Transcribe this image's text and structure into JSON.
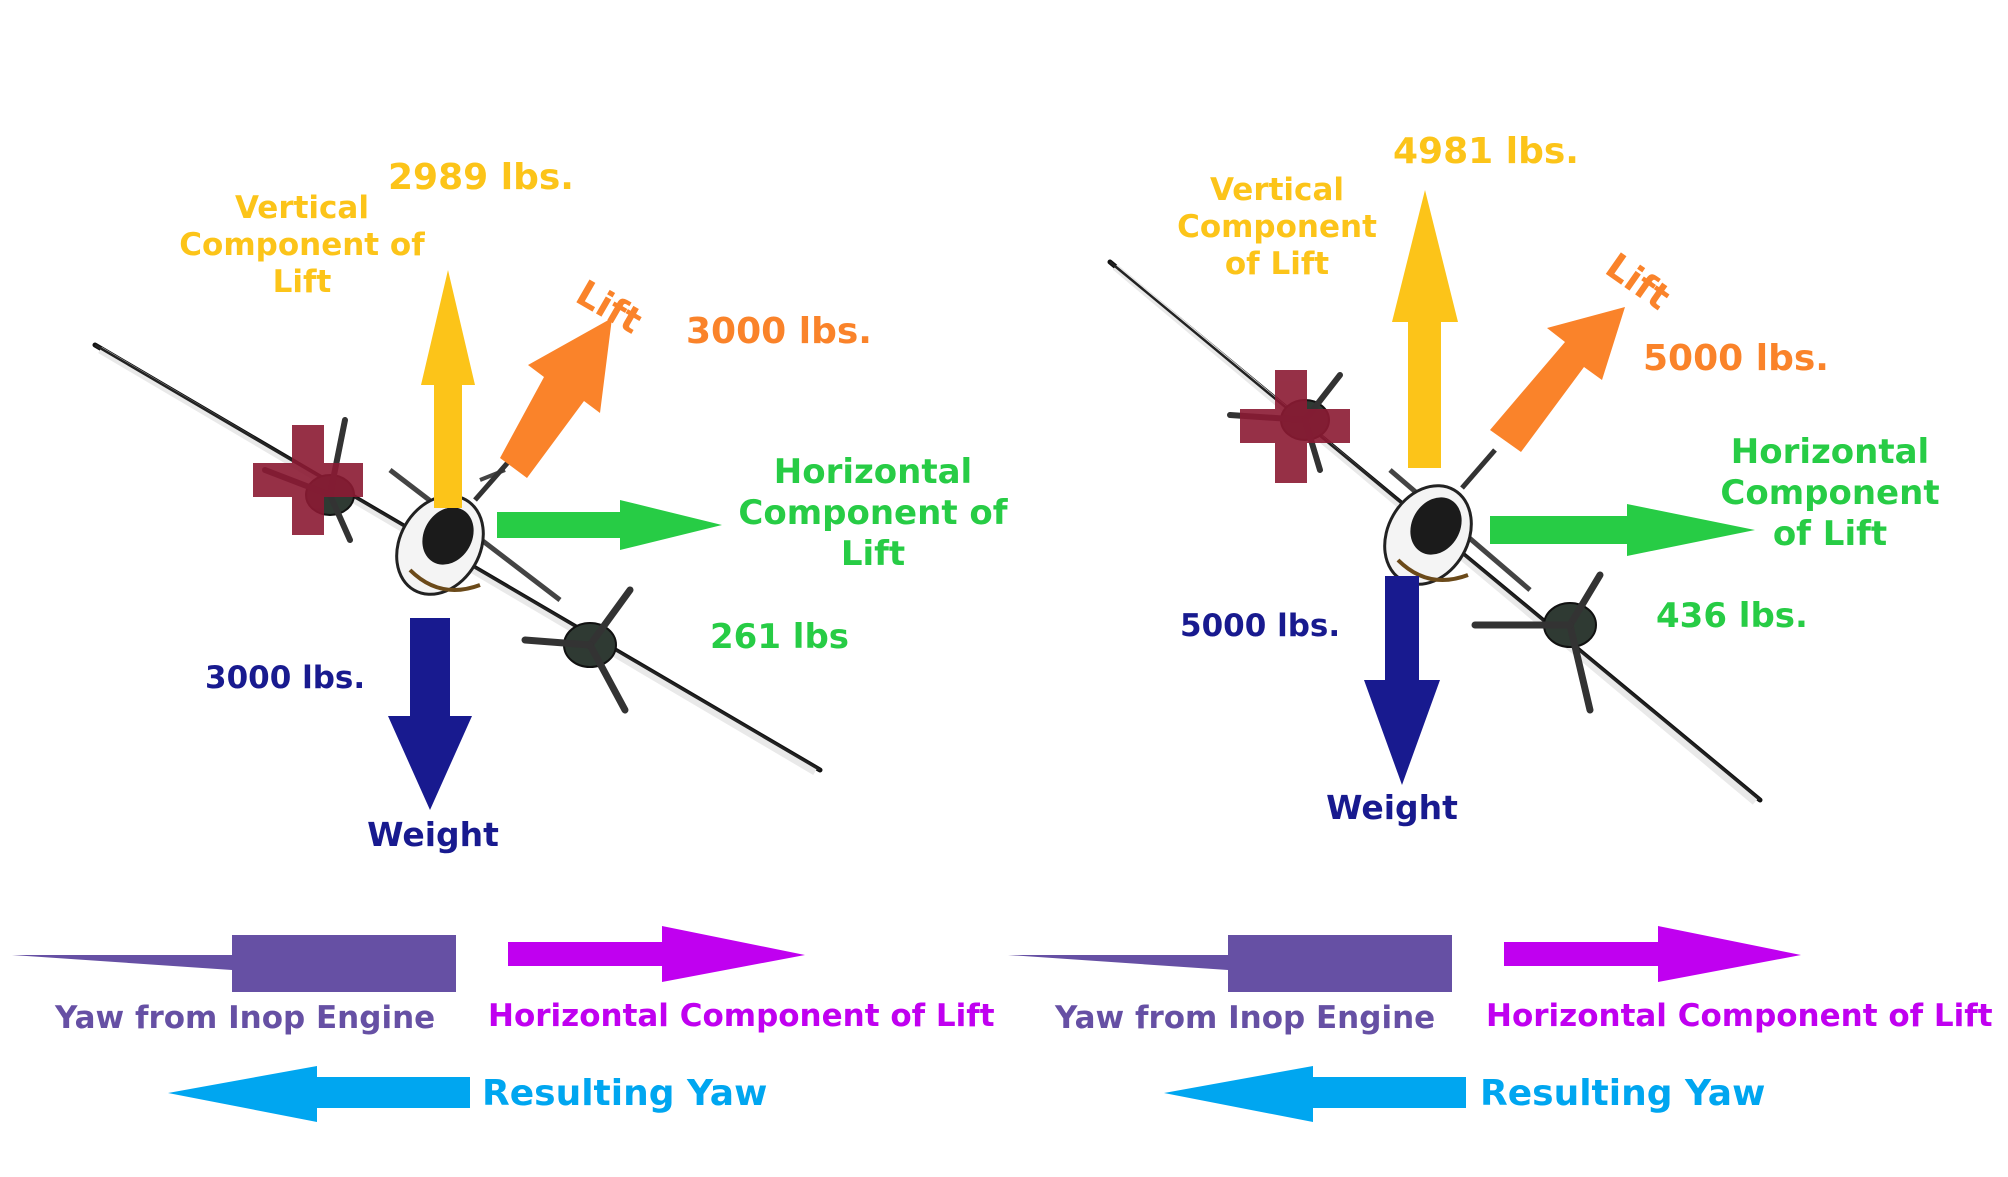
{
  "colors": {
    "vertical": "#FCC419",
    "lift": "#FA832A",
    "horizontal": "#27CC45",
    "weight": "#181A8F",
    "yaw_inop": "#6650A4",
    "horizontal_bottom": "#C000F0",
    "resulting_yaw": "#00A6F0",
    "inop_cross": "#8B1A33"
  },
  "left": {
    "vertical_label": [
      "Vertical",
      "Component of",
      "Lift"
    ],
    "vertical_value": "2989 lbs.",
    "lift_label": "Lift",
    "lift_value": "3000 lbs.",
    "horizontal_label": [
      "Horizontal",
      "Component of",
      "Lift"
    ],
    "horizontal_value": "261 lbs",
    "weight_value": "3000 lbs.",
    "weight_label": "Weight",
    "yaw_inop_label": "Yaw from Inop Engine",
    "horizontal_bottom_label": "Horizontal Component of Lift",
    "resulting_yaw_label": "Resulting Yaw"
  },
  "right": {
    "vertical_label": [
      "Vertical",
      "Component",
      "of Lift"
    ],
    "vertical_value": "4981 lbs.",
    "lift_label": "Lift",
    "lift_value": "5000 lbs.",
    "horizontal_label": [
      "Horizontal",
      "Component",
      "of Lift"
    ],
    "horizontal_value": "436 lbs.",
    "weight_value": "5000 lbs.",
    "weight_label": "Weight",
    "yaw_inop_label": "Yaw from Inop Engine",
    "horizontal_bottom_label": "Horizontal Component of Lift",
    "resulting_yaw_label": "Resulting Yaw"
  }
}
